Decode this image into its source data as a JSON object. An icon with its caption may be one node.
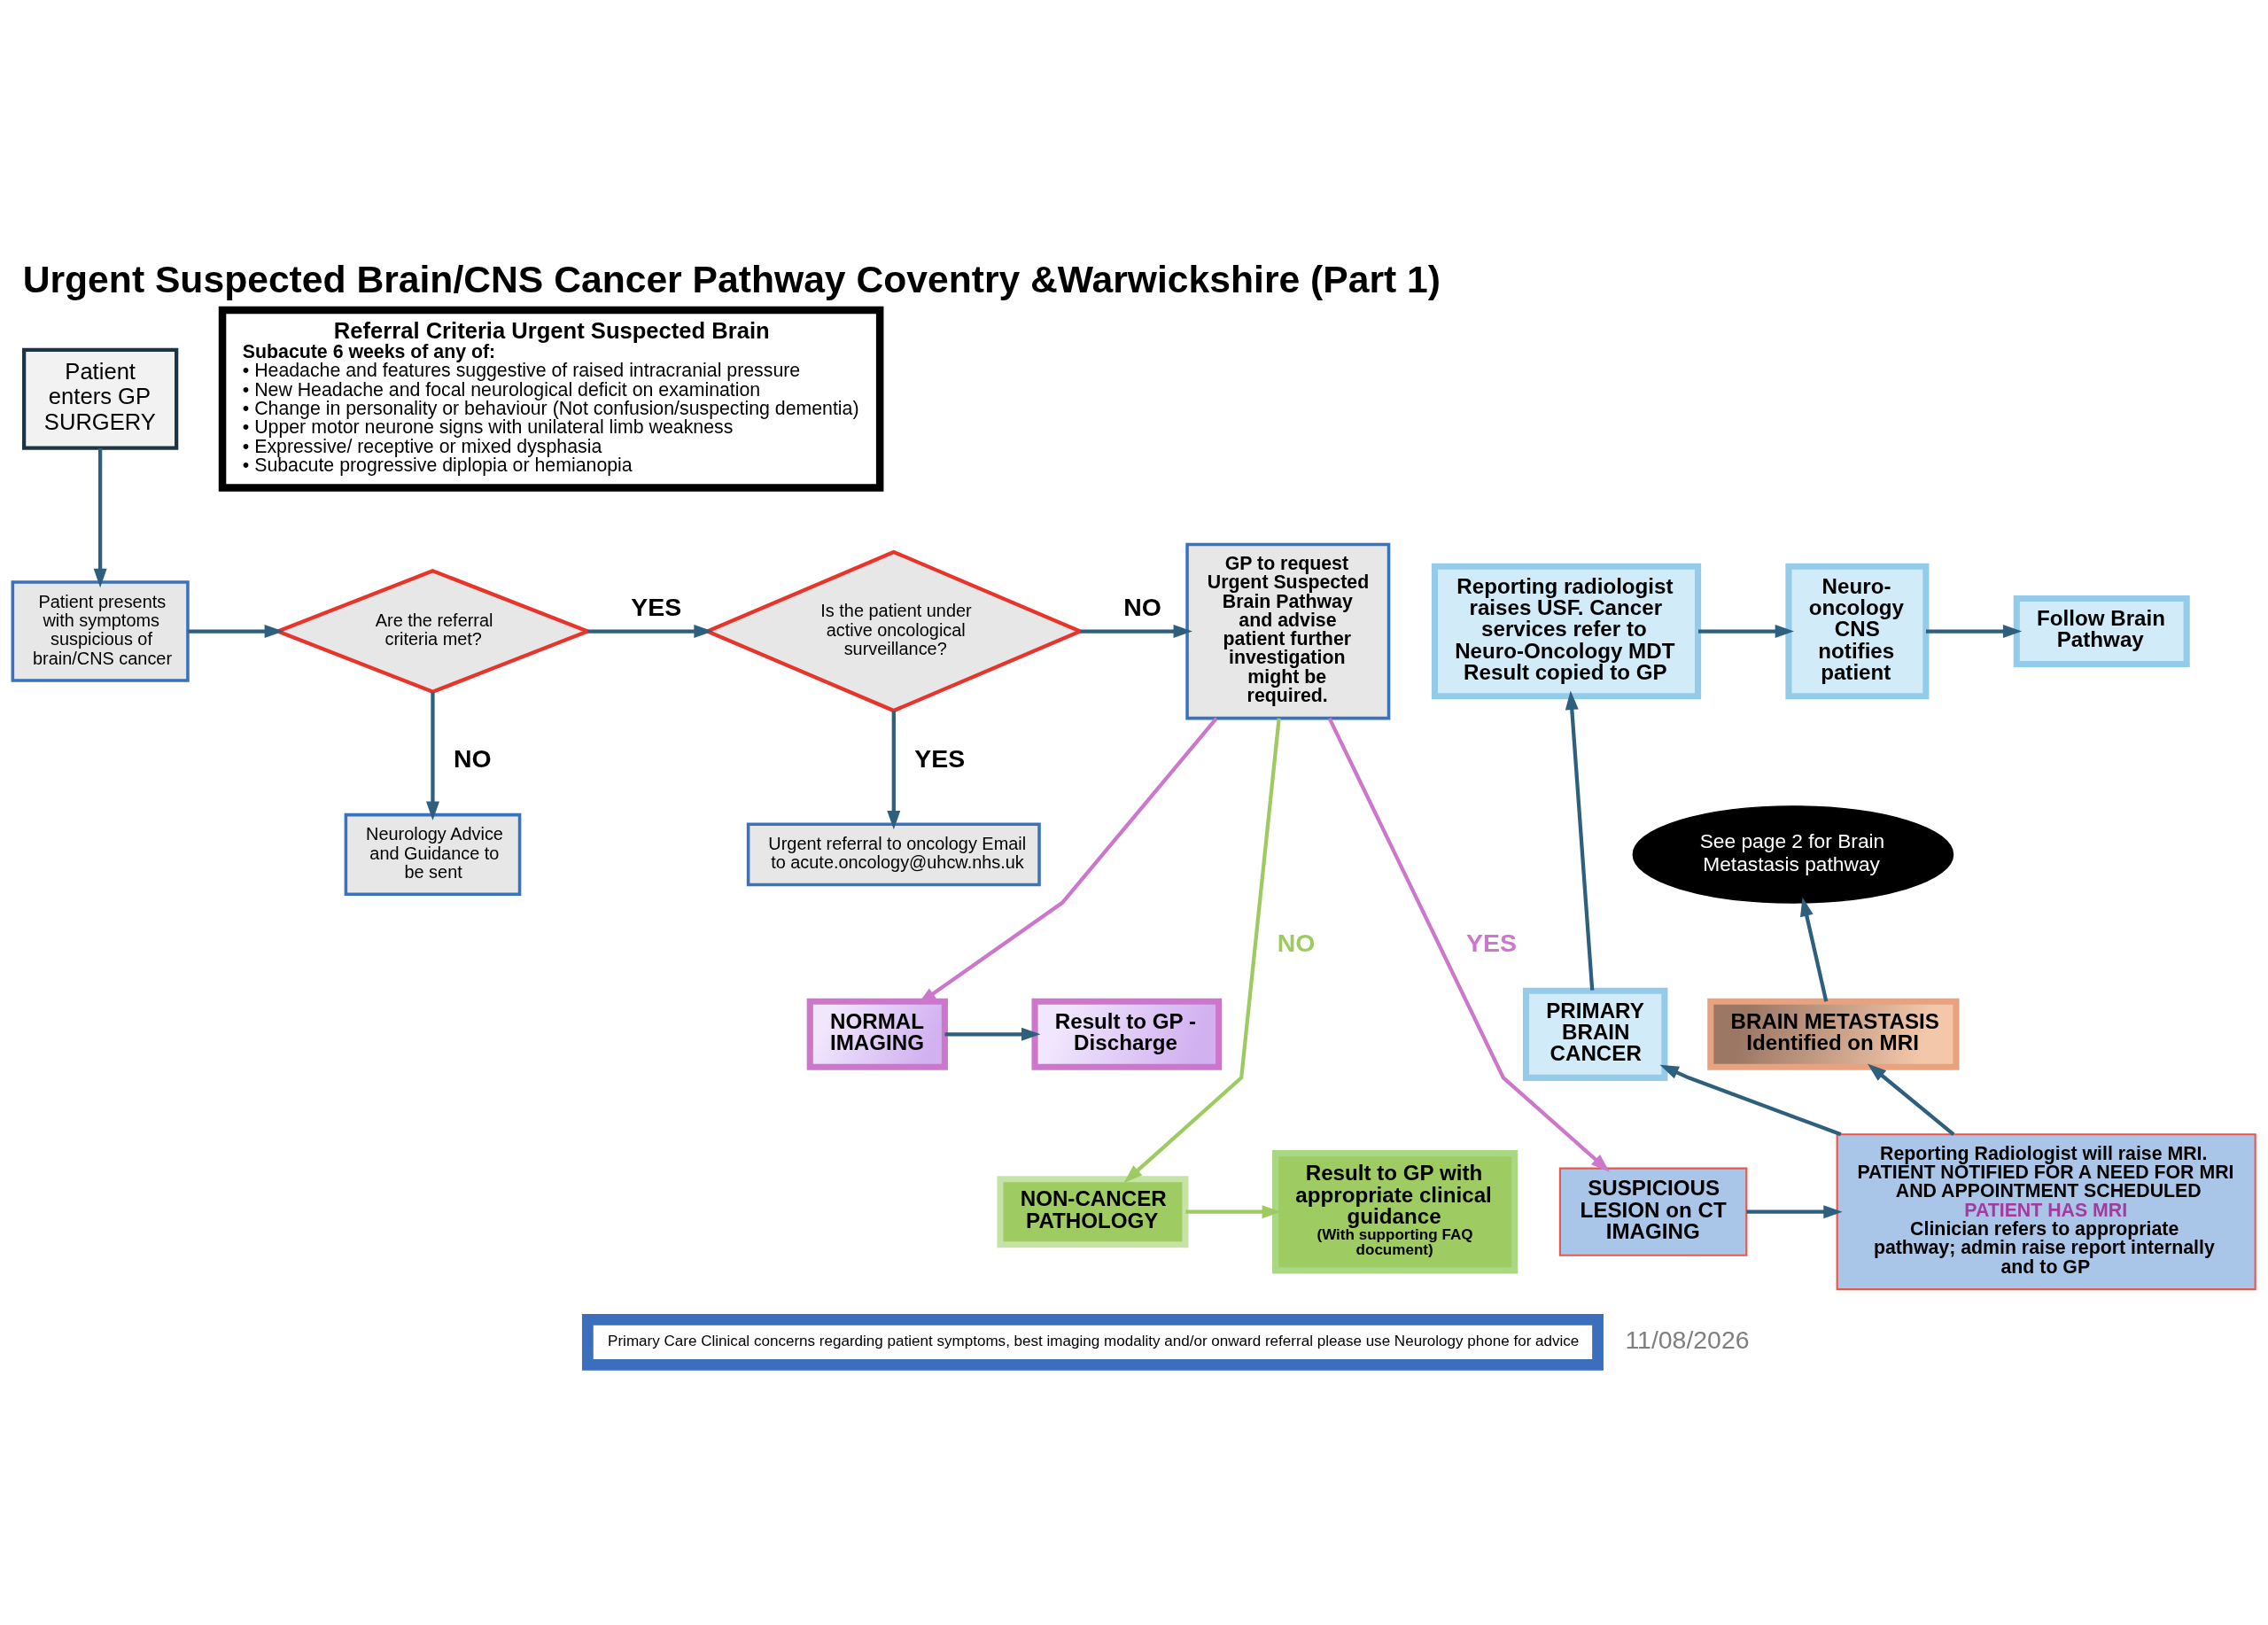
{
  "diagram": {
    "title": "Urgent Suspected Brain/CNS Cancer Pathway Coventry &Warwickshire (Part 1)",
    "nodes": [
      {
        "text": [
          "Patient enters GP SURGERY"
        ]
      },
      {
        "text": [
          "Referral Criteria Urgent Suspected Brain",
          "Subacute 6 weeks of any of:",
          "• Headache and features suggestive of raised intracranial pressure",
          "• New Headache and focal neurological deficit on examination",
          "• Change in personality or behaviour (Not confusion/suspecting dementia)",
          "• Upper motor neurone signs with unilateral limb weakness",
          "• Expressive/ receptive or mixed dysphasia",
          "• Subacute progressive diplopia or hemianopia"
        ]
      },
      {
        "text": [
          "Patient presents with symptoms suspicious of brain/CNS cancer"
        ]
      },
      {
        "text": [
          "Are the referral criteria met?"
        ]
      },
      {
        "text": [
          "Is the patient under active oncological surveillance?"
        ]
      },
      {
        "text": [
          "GP to request Urgent Suspected Brain Pathway and advise patient further investigation might be required."
        ]
      },
      {
        "text": [
          "Reporting radiologist raises USF. Cancer services refer to Neuro-Oncology MDT",
          "Result copied to GP"
        ]
      },
      {
        "text": [
          "Neuro-oncology CNS notifies patient"
        ]
      },
      {
        "text": [
          "Follow Brain Pathway"
        ]
      },
      {
        "text": [
          "Neurology Advice and Guidance to be sent"
        ]
      },
      {
        "text": [
          "Urgent referral to oncology Email to acute.oncology@uhcw.nhs.uk"
        ]
      },
      {
        "text": [
          "See page 2 for Brain Metastasis pathway"
        ]
      },
      {
        "text": [
          "PRIMARY BRAIN CANCER"
        ]
      },
      {
        "text": [
          "BRAIN METASTASIS",
          "Identified on MRI"
        ]
      },
      {
        "text": [
          "Result to GP - Discharge"
        ]
      },
      {
        "text": [
          "NORMAL IMAGING"
        ]
      },
      {
        "text": [
          "Result to GP with appropriate clinical guidance",
          "(With supporting FAQ document)"
        ]
      },
      {
        "text": [
          "NON-CANCER PATHOLOGY"
        ]
      },
      {
        "text": [
          "SUSPICIOUS LESION on CT IMAGING"
        ]
      },
      {
        "text": [
          "Reporting Radiologist will raise MRI. PATIENT NOTIFIED FOR A NEED FOR MRI AND APPOINTMENT SCHEDULED",
          "PATIENT HAS MRI",
          "Clinician refers to appropriate pathway; admin raise report internally and to GP"
        ]
      },
      {
        "text": [
          "Primary Care Clinical concerns regarding patient symptoms, best imaging modality and/or onward referral please use Neurology phone for advice"
        ]
      }
    ],
    "edges": [
      {
        "from": 0,
        "to": 2,
        "arrow": "to"
      },
      {
        "from": 2,
        "to": 3,
        "arrow": "to"
      },
      {
        "from": 3,
        "to": 4,
        "arrow": "to",
        "label": "YES"
      },
      {
        "from": 4,
        "to": 5,
        "arrow": "to",
        "label": "NO"
      },
      {
        "from": 3,
        "to": 9,
        "arrow": "to",
        "label": "NO"
      },
      {
        "from": 4,
        "to": 10,
        "arrow": "to",
        "label": "YES"
      },
      {
        "from": 5,
        "to": 15,
        "arrow": "to",
        "color": "#cc77cc"
      },
      {
        "from": 5,
        "to": 17,
        "arrow": "to",
        "label": "NO",
        "color": "#9dcb62"
      },
      {
        "from": 5,
        "to": 18,
        "arrow": "to",
        "label": "YES",
        "color": "#cc77cc"
      },
      {
        "from": 15,
        "to": 14,
        "arrow": "to"
      },
      {
        "from": 17,
        "to": 16,
        "arrow": "to",
        "color": "#9dcb62"
      },
      {
        "from": 18,
        "to": 19,
        "arrow": "to"
      },
      {
        "from": 19,
        "to": 12,
        "arrow": "to"
      },
      {
        "from": 19,
        "to": 13,
        "arrow": "to"
      },
      {
        "from": 12,
        "to": 6,
        "arrow": "to"
      },
      {
        "from": 13,
        "to": 11,
        "arrow": "to"
      },
      {
        "from": 6,
        "to": 7,
        "arrow": "to"
      },
      {
        "from": 7,
        "to": 8,
        "arrow": "to"
      }
    ],
    "labels": [
      "11/08/2026"
    ]
  }
}
